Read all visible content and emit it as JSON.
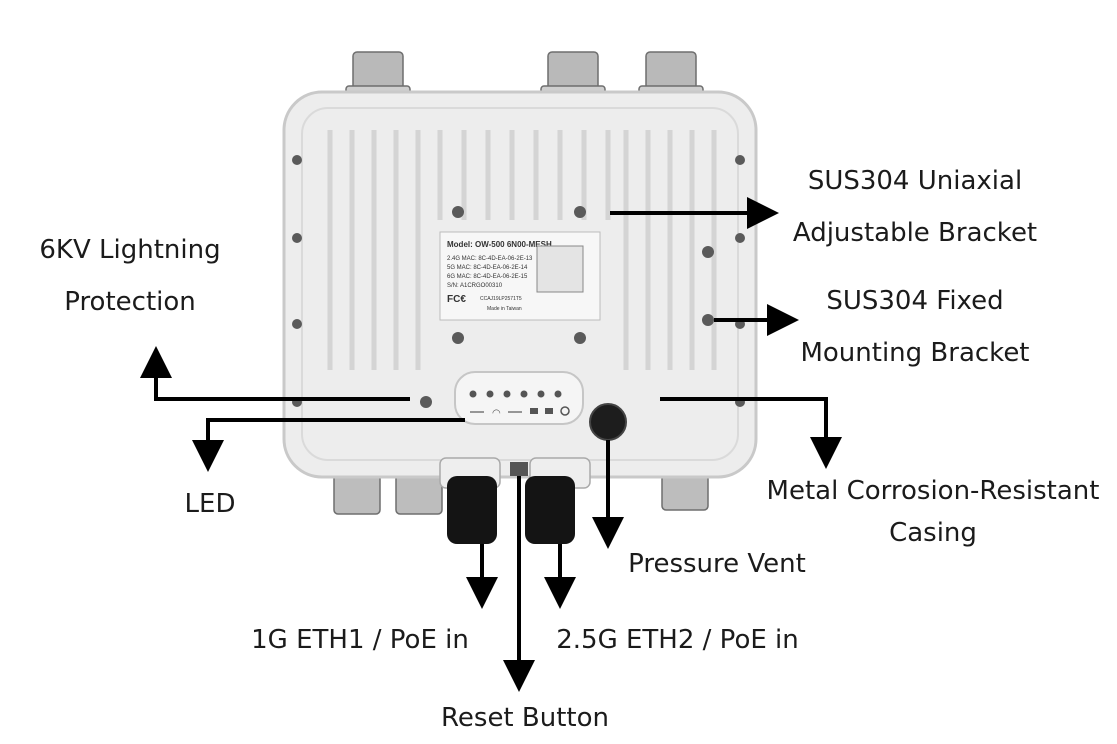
{
  "callouts": {
    "lightning": [
      "6KV Lightning",
      "Protection"
    ],
    "bracket_uniaxial": [
      "SUS304 Uniaxial",
      "Adjustable Bracket"
    ],
    "bracket_fixed": [
      "SUS304 Fixed",
      "Mounting Bracket"
    ],
    "casing": [
      "Metal Corrosion-Resistant",
      "Casing"
    ],
    "led": "LED",
    "pressure_vent": "Pressure Vent",
    "eth1": "1G ETH1 / PoE in",
    "eth2": "2.5G ETH2 / PoE in",
    "reset": "Reset Button"
  },
  "label_plate": {
    "model": "Model: OW-500 6N00-MESH",
    "mac_lines": [
      "2.4G MAC: 8C-4D-EA-06-2E-13",
      "5G MAC: 8C-4D-EA-06-2E-14",
      "6G MAC: 8C-4D-EA-06-2E-15"
    ],
    "sn": "S/N:  A1CRGO00310",
    "fcc": "FC€",
    "cert": "CCAJ19LP2571T5",
    "origin": "Made in Taiwan"
  },
  "colors": {
    "casing": "#ededed",
    "casing_edge": "#c9c9c9",
    "arrow": "#000000",
    "text": "#1b1b1b"
  }
}
